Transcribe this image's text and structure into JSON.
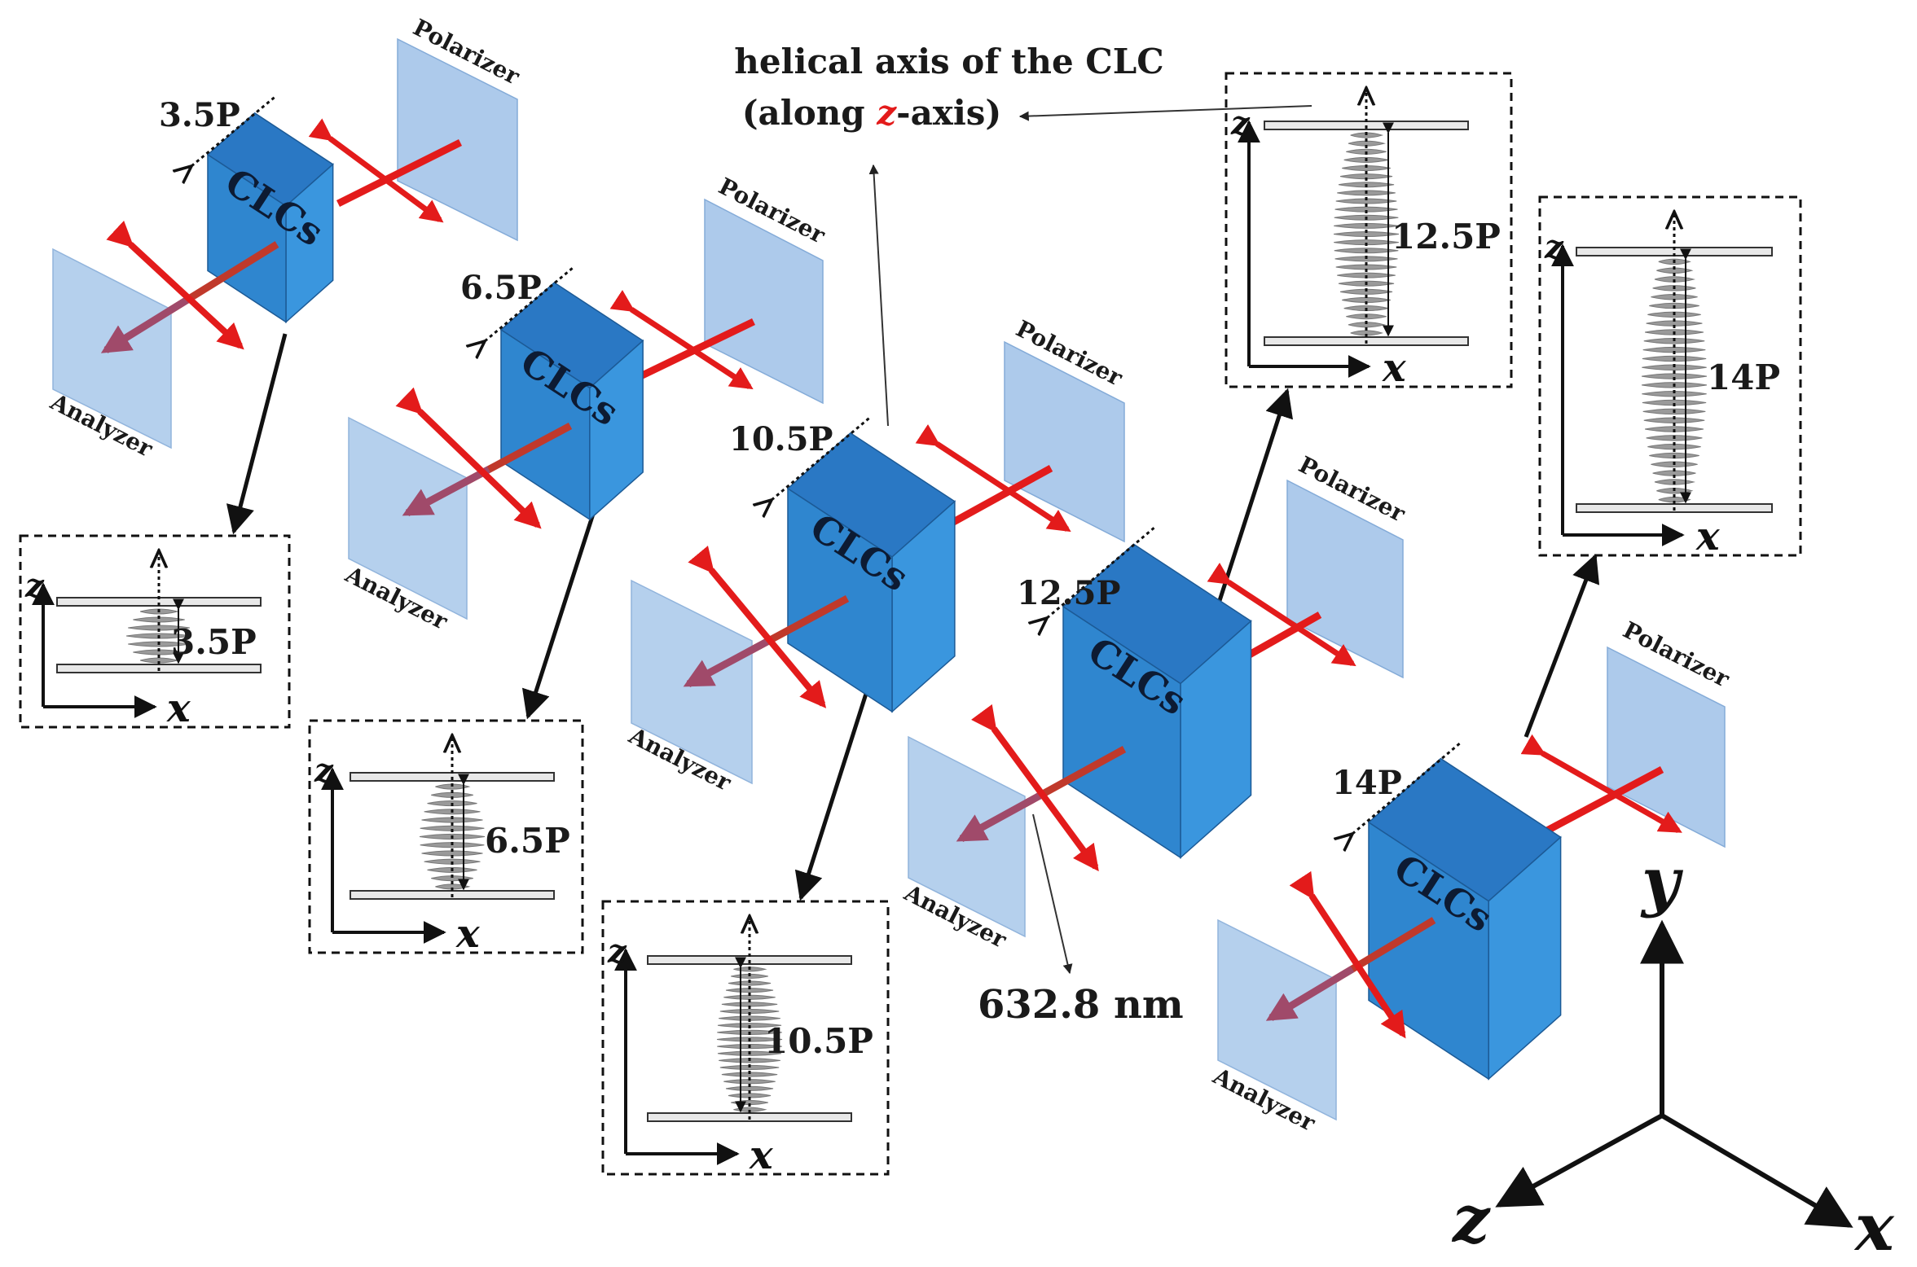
{
  "annotation": {
    "line1": "helical axis of the CLC",
    "line2_pre": "(along ",
    "line2_axis": "z",
    "line2_post": "-axis)"
  },
  "wavelength_label": "632.8 nm",
  "colors": {
    "cube_front": "#2f86cf",
    "cube_top": "#2a78c4",
    "cube_side": "#3a96de",
    "filter": "#a9c8ea",
    "laser": "#e31b1b",
    "axis_highlight": "#e31b1b"
  },
  "setups": [
    {
      "pitch": "3.5P",
      "cube_label": "CLCs",
      "polarizer": "Polarizer",
      "analyzer": "Analyzer",
      "inset_axis_z": "z",
      "inset_axis_x": "x",
      "inset_label": "3.5P"
    },
    {
      "pitch": "6.5P",
      "cube_label": "CLCs",
      "polarizer": "Polarizer",
      "analyzer": "Analyzer",
      "inset_axis_z": "z",
      "inset_axis_x": "x",
      "inset_label": "6.5P"
    },
    {
      "pitch": "10.5P",
      "cube_label": "CLCs",
      "polarizer": "Polarizer",
      "analyzer": "Analyzer",
      "inset_axis_z": "z",
      "inset_axis_x": "x",
      "inset_label": "10.5P"
    },
    {
      "pitch": "12.5P",
      "cube_label": "CLCs",
      "polarizer": "Polarizer",
      "analyzer": "Analyzer",
      "inset_axis_z": "z",
      "inset_axis_x": "x",
      "inset_label": "12.5P"
    },
    {
      "pitch": "14P",
      "cube_label": "CLCs",
      "polarizer": "Polarizer",
      "analyzer": "Analyzer",
      "inset_axis_z": "z",
      "inset_axis_x": "x",
      "inset_label": "14P"
    }
  ],
  "coordinate_axes": {
    "y": "y",
    "z": "z",
    "x": "x"
  }
}
